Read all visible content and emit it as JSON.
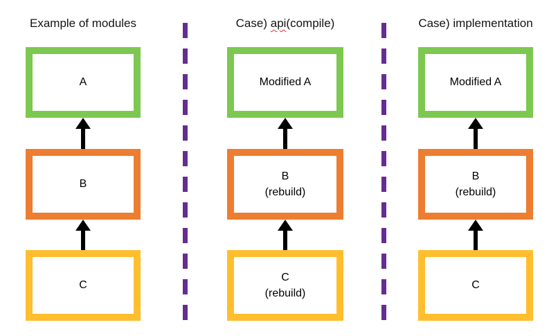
{
  "diagram": {
    "description": "Module dependency diagram comparing rebuild impact",
    "colors": {
      "box_a_border_green": "#7dc850",
      "box_b_border_orange": "#ed7d31",
      "box_c_border_yellow": "#ffbe2d",
      "arrow_black": "#000000",
      "divider_purple": "#662d91",
      "spellcheck_underline_red": "#d13438",
      "background": "#ffffff"
    },
    "columns": [
      {
        "title": "Example of modules",
        "boxes": [
          {
            "label": "A"
          },
          {
            "label": "B"
          },
          {
            "label": "C"
          }
        ]
      },
      {
        "title_prefix": "Case) ",
        "title_marked": "api",
        "title_suffix": "(compile)",
        "boxes": [
          {
            "label": "Modified A"
          },
          {
            "label": "B\n(rebuild)"
          },
          {
            "label": "C\n(rebuild)"
          }
        ]
      },
      {
        "title": "Case) implementation",
        "boxes": [
          {
            "label": "Modified A"
          },
          {
            "label": "B\n(rebuild)"
          },
          {
            "label": "C"
          }
        ]
      }
    ]
  }
}
